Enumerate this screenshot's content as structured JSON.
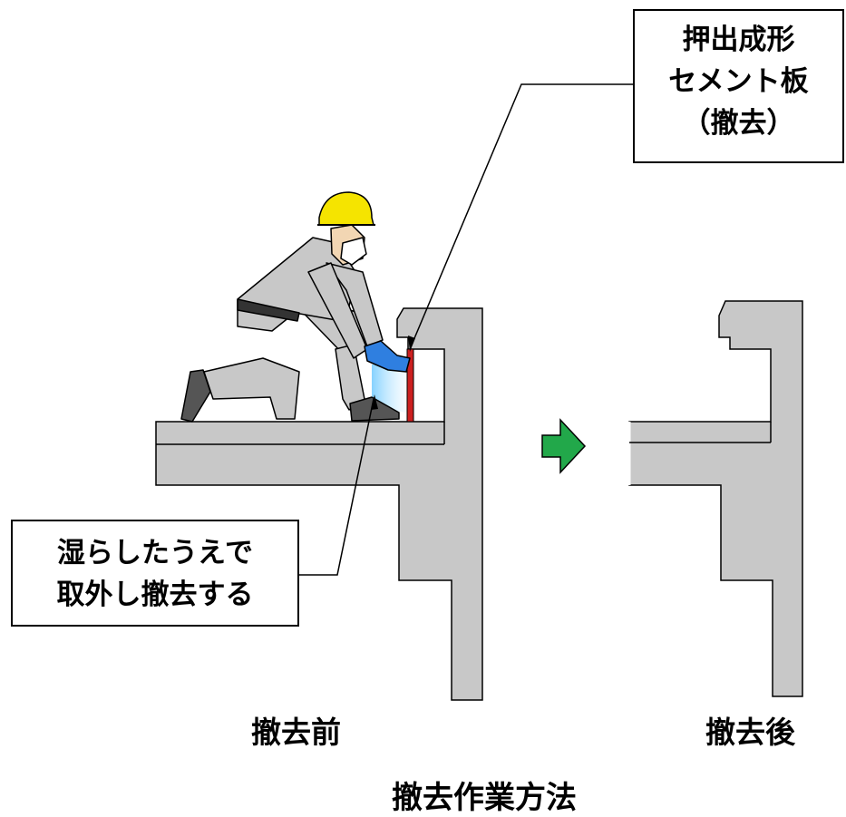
{
  "callouts": {
    "board": {
      "lines": [
        "押出成形",
        "セメント板",
        "（撤去）"
      ]
    },
    "method": {
      "lines": [
        "湿らしたうえで",
        "取外し撤去する"
      ]
    }
  },
  "labels": {
    "before": "撤去前",
    "after": "撤去後",
    "title": "撤去作業方法"
  },
  "colors": {
    "concrete": "#c8c8c8",
    "outline": "#000000",
    "board": "#cc1f1f",
    "arrow": "#22a84a",
    "helmet": "#f5e400",
    "glove": "#2f7fe0",
    "spray": "#7fd0ff"
  },
  "icons": {
    "arrow": "right-arrow-icon",
    "worker": "worker-icon"
  }
}
